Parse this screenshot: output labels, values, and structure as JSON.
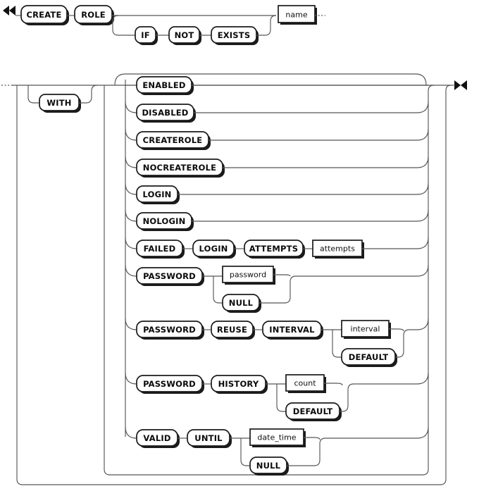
{
  "diagram": {
    "title": "CREATE ROLE",
    "kind": "railroad-syntax-diagram",
    "start_marker": "double-right-arrow",
    "end_marker": "bowtie-arrow",
    "colors": {
      "background": "#ffffff",
      "line": "#565656",
      "box_border": "#1b1b1b",
      "box_fill": "#ffffff",
      "text": "#0b0b0b",
      "shadow": "#1b1b1b"
    },
    "terminals": {
      "create": "CREATE",
      "role": "ROLE",
      "if": "IF",
      "not": "NOT",
      "exists": "EXISTS",
      "with": "WITH",
      "enabled": "ENABLED",
      "disabled": "DISABLED",
      "createrole": "CREATEROLE",
      "nocreaterole": "NOCREATEROLE",
      "login": "LOGIN",
      "nologin": "NOLOGIN",
      "failed": "FAILED",
      "failed_login": "LOGIN",
      "attempts_kw": "ATTEMPTS",
      "password": "PASSWORD",
      "null_1": "NULL",
      "password_2": "PASSWORD",
      "reuse": "REUSE",
      "interval_kw": "INTERVAL",
      "default_1": "DEFAULT",
      "password_3": "PASSWORD",
      "history": "HISTORY",
      "default_2": "DEFAULT",
      "valid": "VALID",
      "until": "UNTIL",
      "null_2": "NULL"
    },
    "nonterminals": {
      "name": "name",
      "attempts": "attempts",
      "password_val": "password",
      "interval_val": "interval",
      "count": "count",
      "date_time": "date_time"
    },
    "options": [
      "ENABLED",
      "DISABLED",
      "CREATEROLE",
      "NOCREATEROLE",
      "LOGIN",
      "NOLOGIN",
      "FAILED LOGIN ATTEMPTS attempts",
      "PASSWORD password | NULL",
      "PASSWORD REUSE INTERVAL interval | DEFAULT",
      "PASSWORD HISTORY count | DEFAULT",
      "VALID UNTIL date_time | NULL"
    ]
  }
}
